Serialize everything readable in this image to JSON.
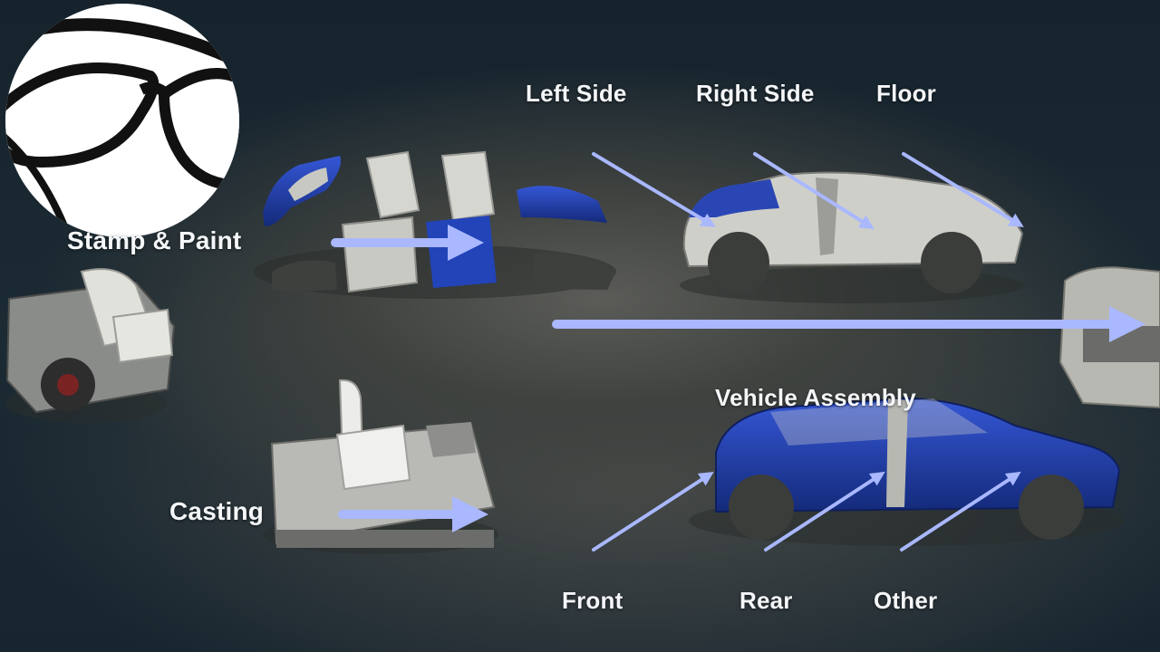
{
  "labels": {
    "stamp_paint": "Stamp & Paint",
    "casting": "Casting",
    "left_side": "Left Side",
    "right_side": "Right Side",
    "floor": "Floor",
    "vehicle_assembly": "Vehicle Assembly",
    "front": "Front",
    "rear": "Rear",
    "other": "Other"
  },
  "colors": {
    "arrow": "#a9b8ff",
    "body_blue": "#1f3a9c",
    "body_grey": "#c9c9c4"
  },
  "icons": {
    "logo": "glasses-logo-icon"
  }
}
